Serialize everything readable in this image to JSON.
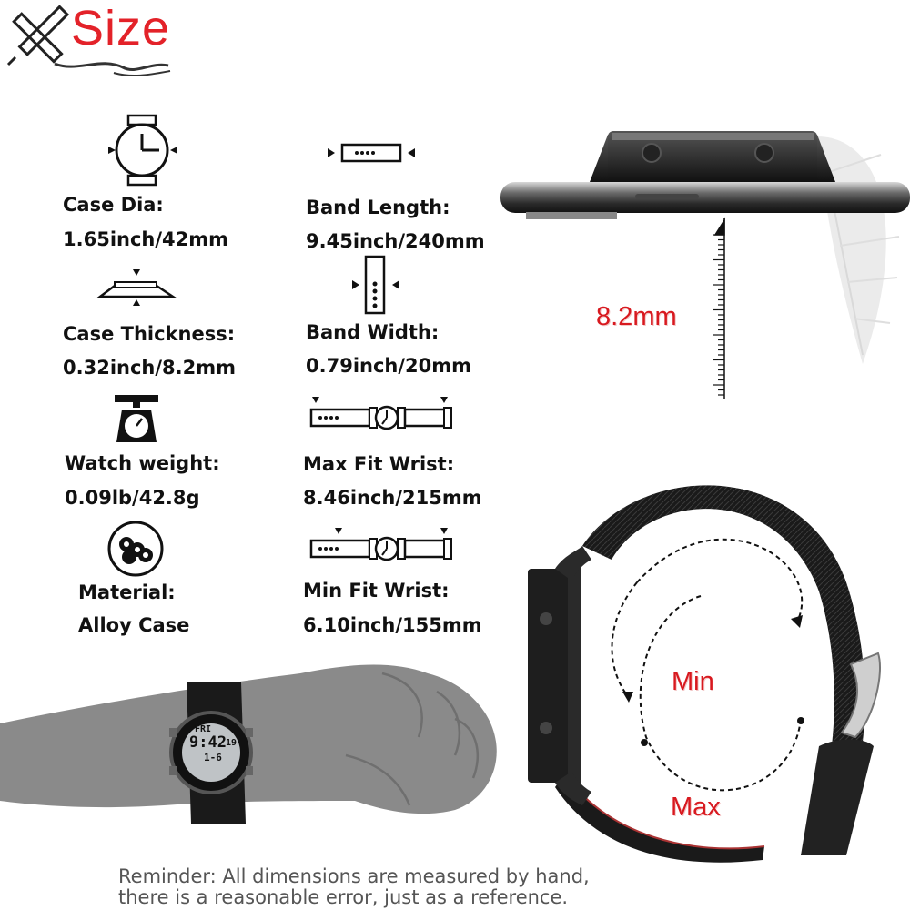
{
  "header": {
    "title": "Size",
    "icon": "ruler-pencil-icon"
  },
  "specs": {
    "case_dia": {
      "label": "Case Dia:",
      "value": "1.65inch/42mm",
      "icon": "watch-face-icon"
    },
    "case_thickness": {
      "label": "Case Thickness:",
      "value": "0.32inch/8.2mm",
      "icon": "case-thickness-icon"
    },
    "watch_weight": {
      "label": "Watch weight:",
      "value": "0.09lb/42.8g",
      "icon": "scale-icon"
    },
    "material": {
      "label": "Material:",
      "value": "Alloy Case",
      "icon": "material-icon"
    },
    "band_length": {
      "label": "Band Length:",
      "value": "9.45inch/240mm",
      "icon": "band-length-icon"
    },
    "band_width": {
      "label": "Band Width:",
      "value": "0.79inch/20mm",
      "icon": "band-width-icon"
    },
    "max_fit_wrist": {
      "label": "Max Fit Wrist:",
      "value": "8.46inch/215mm",
      "icon": "max-wrist-icon"
    },
    "min_fit_wrist": {
      "label": "Min Fit Wrist:",
      "value": "6.10inch/155mm",
      "icon": "min-wrist-icon"
    }
  },
  "thickness_photo": {
    "measure_label": "8.2mm"
  },
  "band_photo": {
    "min_label": "Min",
    "max_label": "Max"
  },
  "watch_display": {
    "day": "FRI",
    "time": "9:42",
    "seconds": "19",
    "date": "1-6"
  },
  "reminder": {
    "line1": "Reminder: All dimensions are measured by hand,",
    "line2": "there is a reasonable error, just as a reference."
  },
  "colors": {
    "accent_red": "#e32229",
    "dark": "#111111",
    "text_gray": "#555555"
  }
}
